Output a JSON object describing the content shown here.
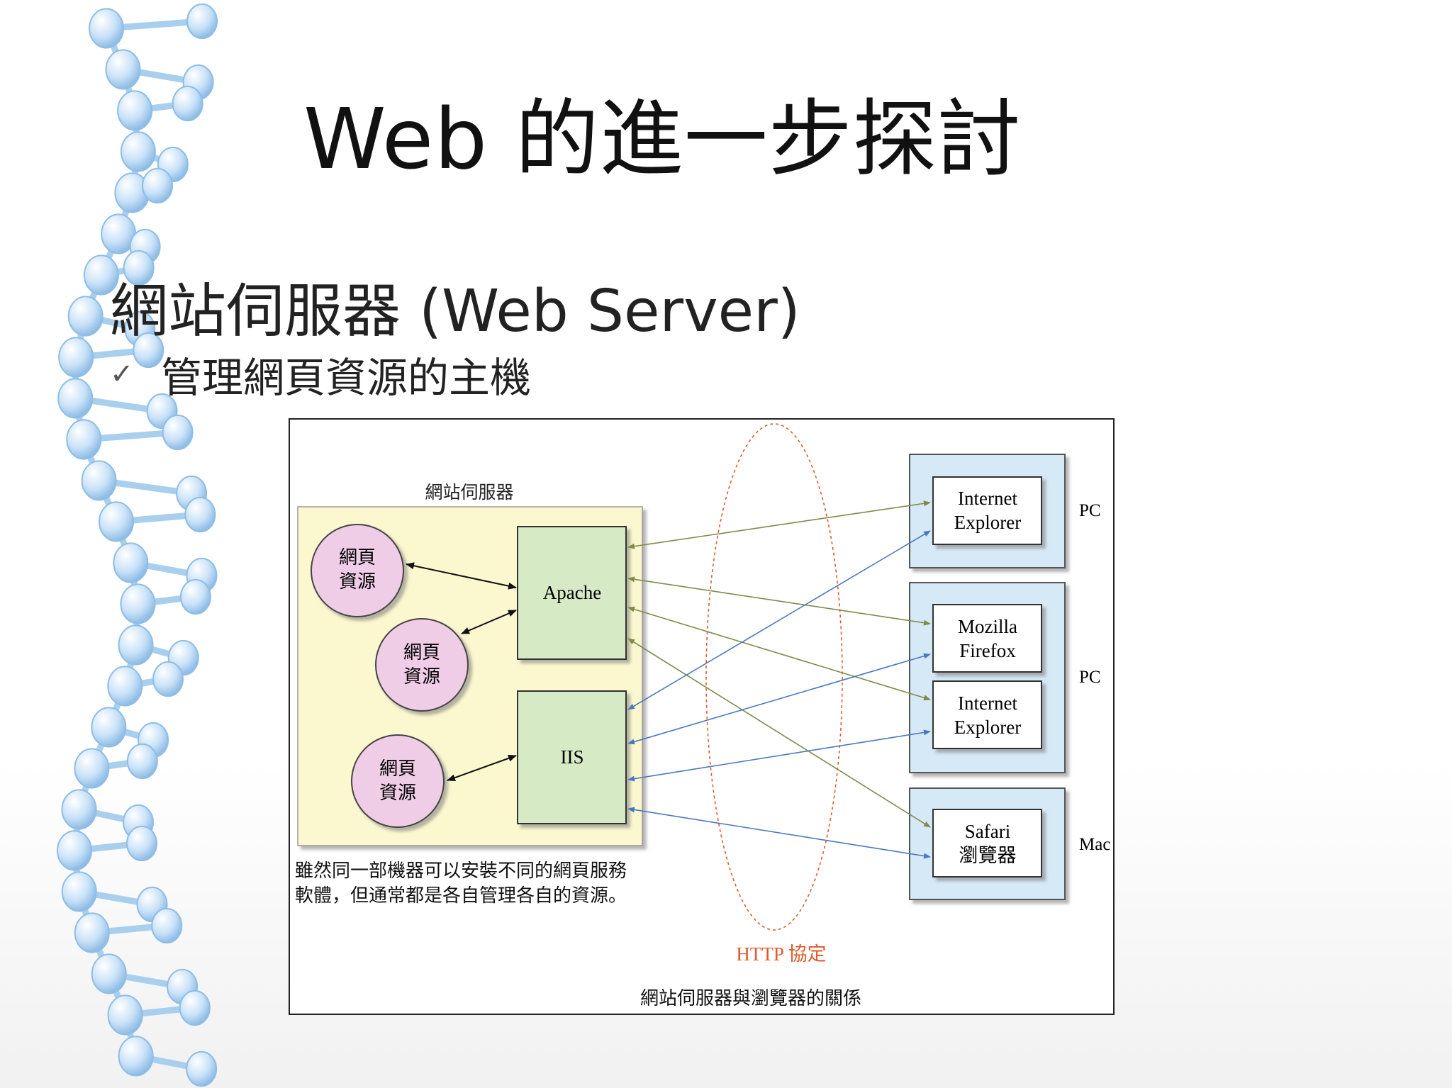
{
  "slide": {
    "title": "Web 的進一步探討",
    "bullet_main": "網站伺服器 (Web Server)",
    "bullet_sub": "管理網頁資源的主機",
    "check_glyph": "✓"
  },
  "diagram": {
    "server_group_label": "網站伺服器",
    "resource_label_line1": "網頁",
    "resource_label_line2": "資源",
    "apache_label": "Apache",
    "iis_label": "IIS",
    "note_line1": "雖然同一部機器可以安裝不同的網頁服務",
    "note_line2": "軟體，但通常都是各自管理各自的資源。",
    "protocol_label": "HTTP 協定",
    "caption": "網站伺服器與瀏覽器的關係",
    "client_groups": [
      {
        "os_label": "PC",
        "browsers": [
          {
            "line1": "Internet",
            "line2": "Explorer"
          }
        ]
      },
      {
        "os_label": "PC",
        "browsers": [
          {
            "line1": "Mozilla",
            "line2": "Firefox"
          },
          {
            "line1": "Internet",
            "line2": "Explorer"
          }
        ]
      },
      {
        "os_label": "Mac",
        "browsers": [
          {
            "line1": "Safari",
            "line2": "瀏覽器"
          }
        ]
      }
    ],
    "colors": {
      "server_bg": "#fbf7cf",
      "resource_fill": "#f0cde6",
      "server_box_fill": "#d6ebc5",
      "client_bg": "#d5e9f6",
      "green_arrow": "#7d8c49",
      "blue_arrow": "#4a78c0",
      "protocol": "#e05a2a"
    }
  }
}
